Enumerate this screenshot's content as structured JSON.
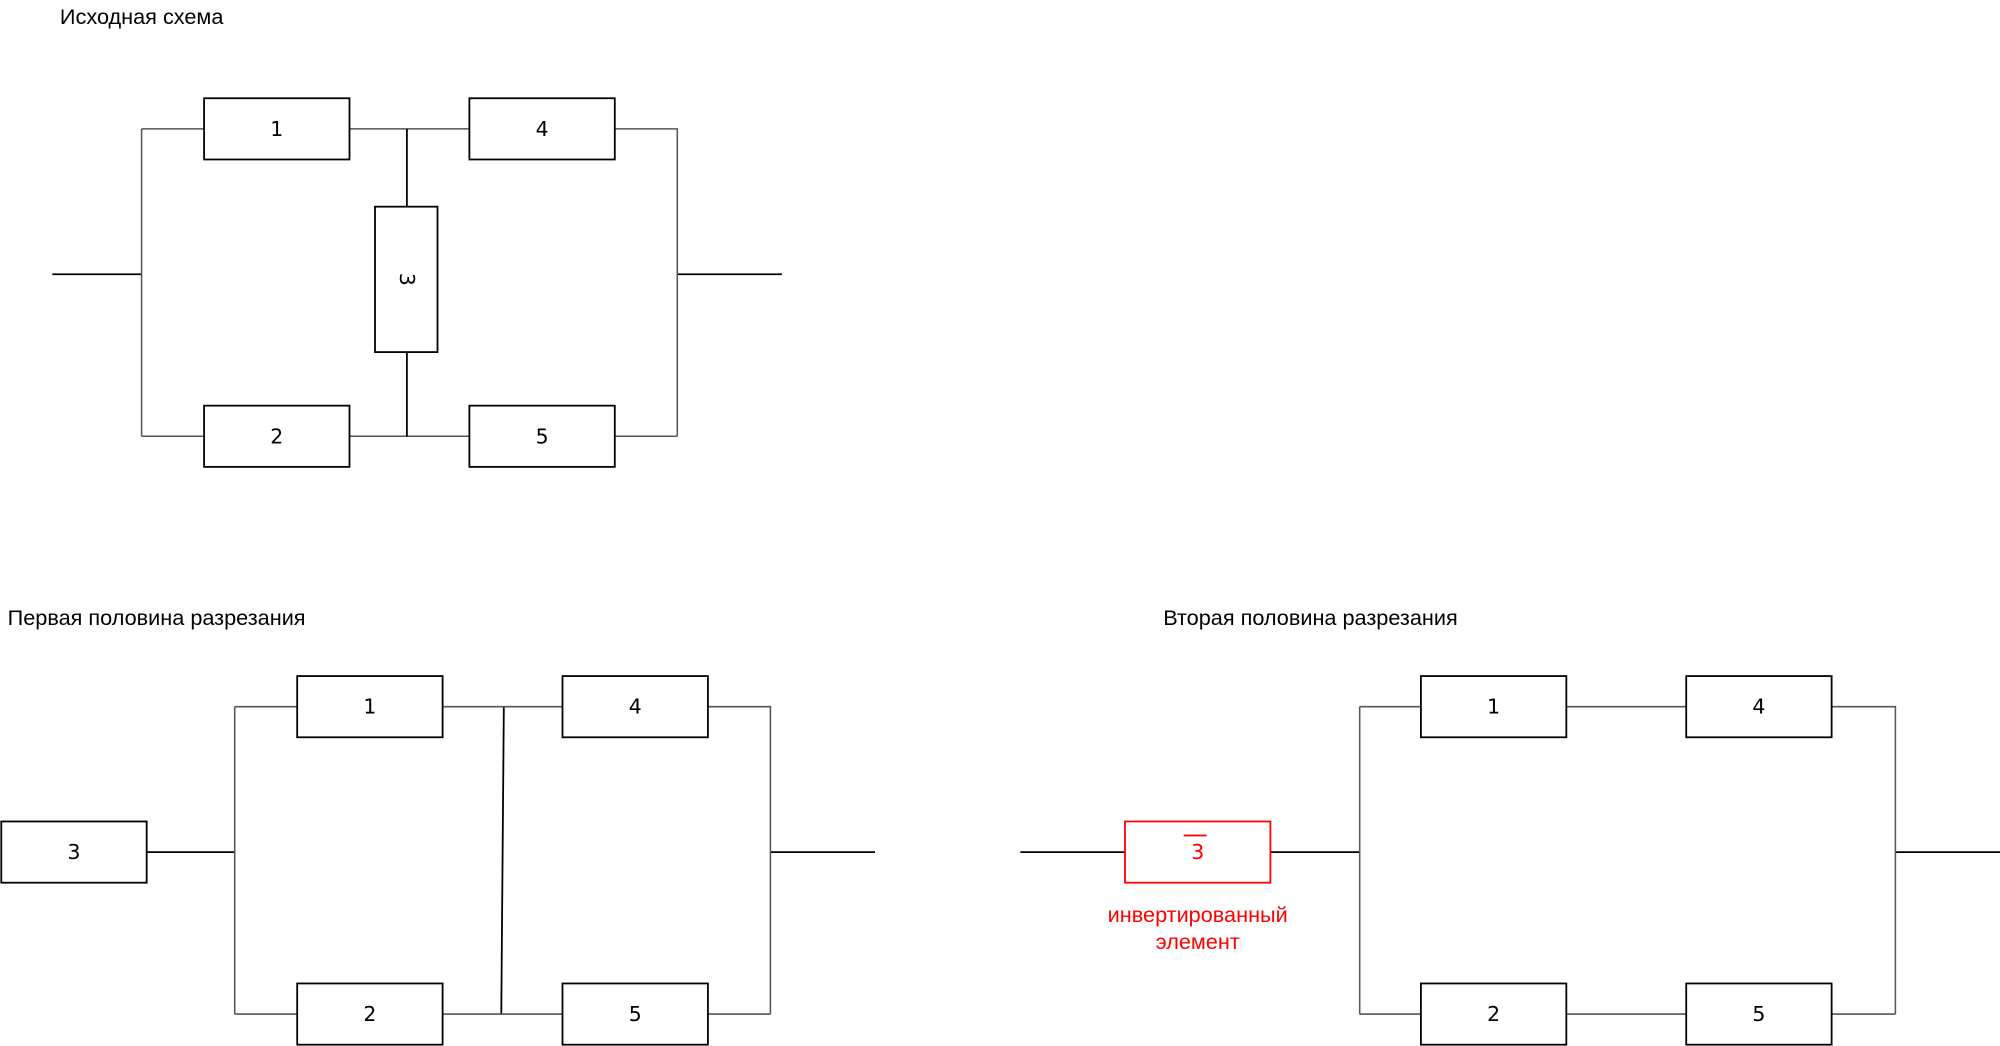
{
  "titles": {
    "original": "Исходная схема",
    "first_half": "Первая половина разрезания",
    "second_half": "Вторая половина разрезания"
  },
  "original": {
    "e1": "1",
    "e2": "2",
    "e3": "3",
    "e4": "4",
    "e5": "5"
  },
  "first_half": {
    "e1": "1",
    "e2": "2",
    "e3": "3",
    "e4": "4",
    "e5": "5"
  },
  "second_half": {
    "e1": "1",
    "e2": "2",
    "e3_inverted": "3",
    "e4": "4",
    "e5": "5",
    "note_line1": "инвертированный",
    "note_line2": "элемент"
  },
  "colors": {
    "inverted": "#ff0000"
  }
}
